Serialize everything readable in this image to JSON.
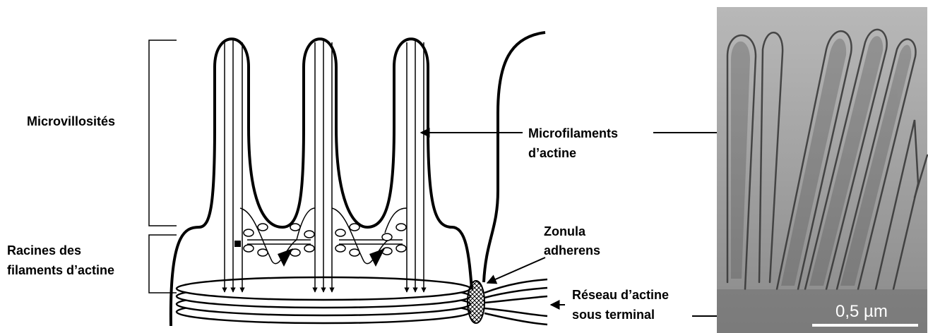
{
  "labels": {
    "microvillosites": "Microvillosités",
    "racines_line1": "Racines des",
    "racines_line2": "filaments d’actine",
    "microfilaments_line1": "Microfilaments",
    "microfilaments_line2": "d’actine",
    "zonula_line1": "Zonula",
    "zonula_line2": "adherens",
    "reseau_line1": "Réseau d’actine",
    "reseau_line2": "sous terminal"
  },
  "micrograph": {
    "scale_bar_label": "0,5 µm"
  }
}
